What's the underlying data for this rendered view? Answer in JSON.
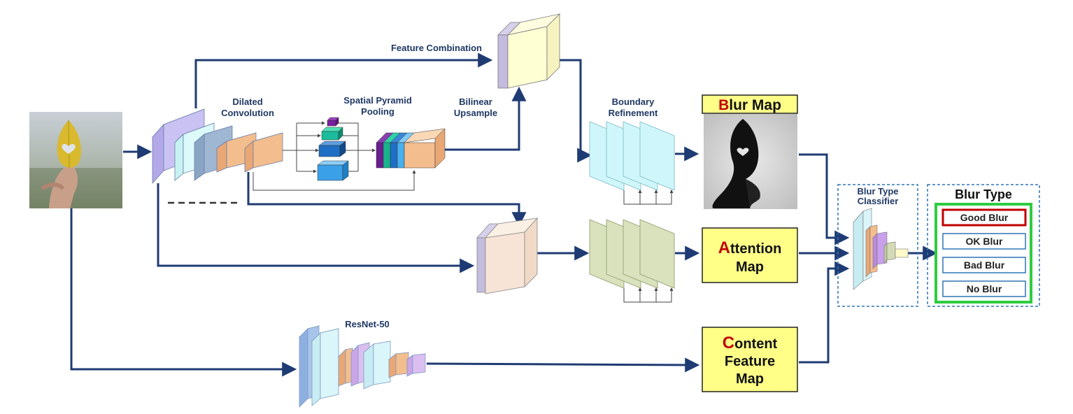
{
  "labels": {
    "feature_combination": "Feature Combination",
    "dilated_line1": "Dilated",
    "dilated_line2": "Convolution",
    "spp_line1": "Spatial Pyramid",
    "spp_line2": "Pooling",
    "bilinear_line1": "Bilinear",
    "bilinear_line2": "Upsample",
    "boundary_line1": "Boundary",
    "boundary_line2": "Refinement",
    "resnet": "ResNet-50",
    "classifier_line1": "Blur Type",
    "classifier_line2": "Classifier"
  },
  "maps": {
    "blur_map": {
      "first": "B",
      "rest": "lur Map"
    },
    "attention_map": {
      "first": "A",
      "rest1": "ttention",
      "line2": "Map"
    },
    "content_map": {
      "first": "C",
      "rest1": "ontent",
      "line2": "Feature",
      "line3": "Map"
    }
  },
  "blur_type": {
    "title": "Blur Type",
    "options": [
      "Good Blur",
      "OK Blur",
      "Bad Blur",
      "No Blur"
    ],
    "selected_index": 0
  },
  "colors": {
    "arrow": "#1f3b73",
    "label": "#1f3864",
    "map_box_fill": "#ffff88",
    "accent_red": "#c00000",
    "panel_border": "#2e75b6",
    "blur_type_border": "#2ecc40"
  }
}
